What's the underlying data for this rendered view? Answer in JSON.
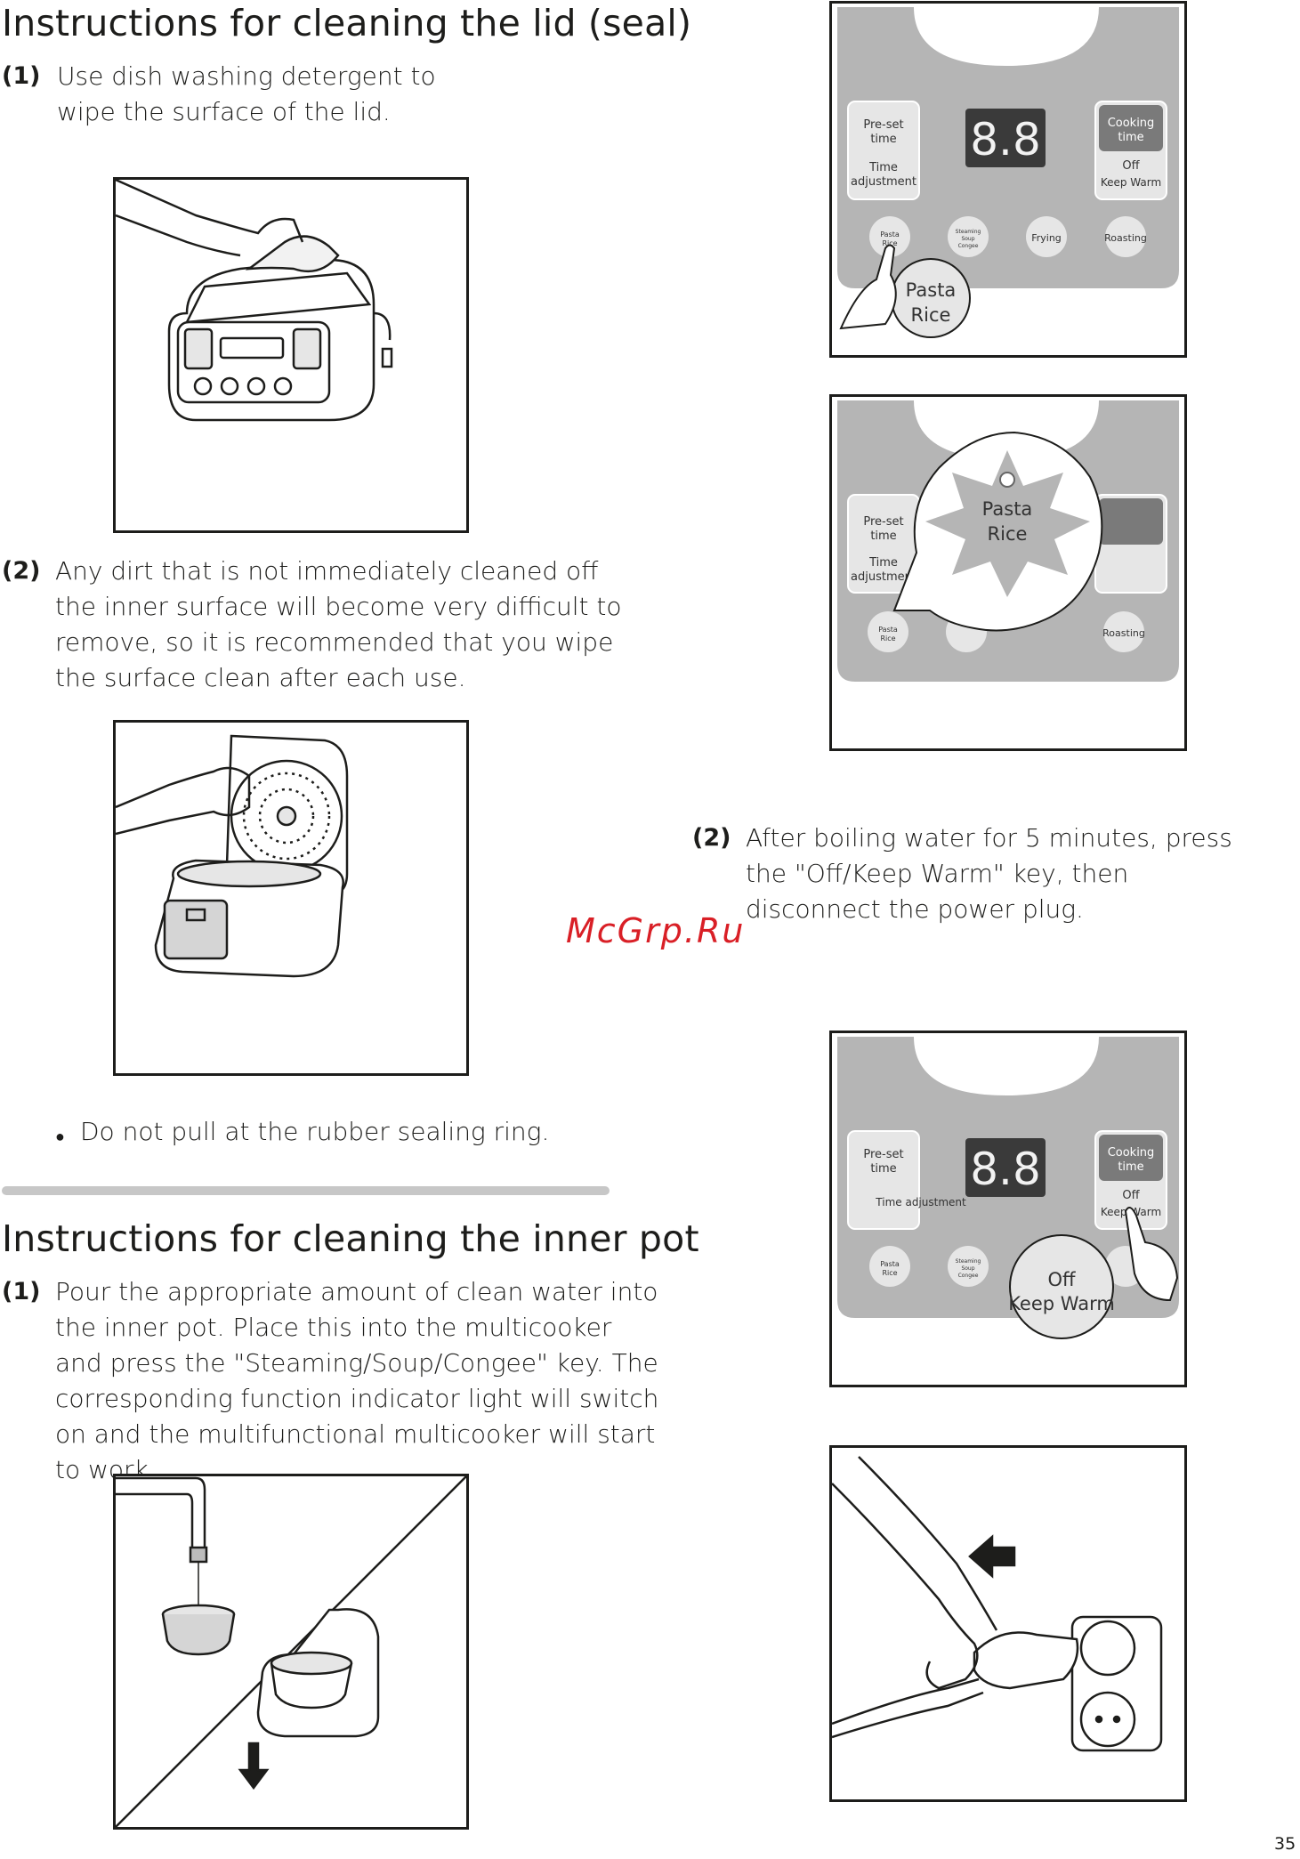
{
  "section1": {
    "title": "Instructions for cleaning the lid (seal)",
    "step1": {
      "num": "(1)",
      "text": "Use dish washing detergent to wipe the surface of the lid."
    },
    "step2": {
      "num": "(2)",
      "text": "Any dirt that is not immediately cleaned off the inner surface will become very difficult to remove, so it is recommended that you wipe the surface clean after each use."
    },
    "note": "Do not pull at the rubber sealing ring."
  },
  "section2": {
    "title": "Instructions for cleaning the inner pot",
    "step1": {
      "num": "(1)",
      "text": "Pour the appropriate amount of clean water into the inner pot. Place this into the multicooker and press the \"Steaming/Soup/Congee\" key. The corresponding function indicator light will switch on and the multifunctional multicooker will start to work."
    },
    "step2": {
      "num": "(2)",
      "text": "After boiling water for 5 minutes, press the \"Off/Keep Warm\" key, then disconnect the power plug."
    }
  },
  "panel": {
    "preset": "Pre-set",
    "time": "time",
    "time_adj": "Time",
    "adjustment": "adjustment",
    "time_adjustment": "Time adjustment",
    "cooking": "Cooking",
    "off": "Off",
    "keep_warm": "Keep Warm",
    "display": "8.8",
    "btn_pasta_a": "Pasta",
    "btn_pasta_b": "Rice",
    "btn_steam_a": "Steaming",
    "btn_steam_b": "Soup",
    "btn_steam_c": "Congee",
    "btn_frying": "Frying",
    "btn_roasting": "Roasting",
    "callout_pasta": "Pasta",
    "callout_rice": "Rice",
    "callout_off": "Off",
    "callout_keep": "Keep Warm"
  },
  "watermark": "McGrp.Ru",
  "page_number": "35",
  "colors": {
    "panel": "#b5b5b5",
    "panel_inner": "#e6e6e6",
    "display_bg": "#3a3a3a",
    "watermark": "#d91f26",
    "divider": "#c7c7c7"
  }
}
